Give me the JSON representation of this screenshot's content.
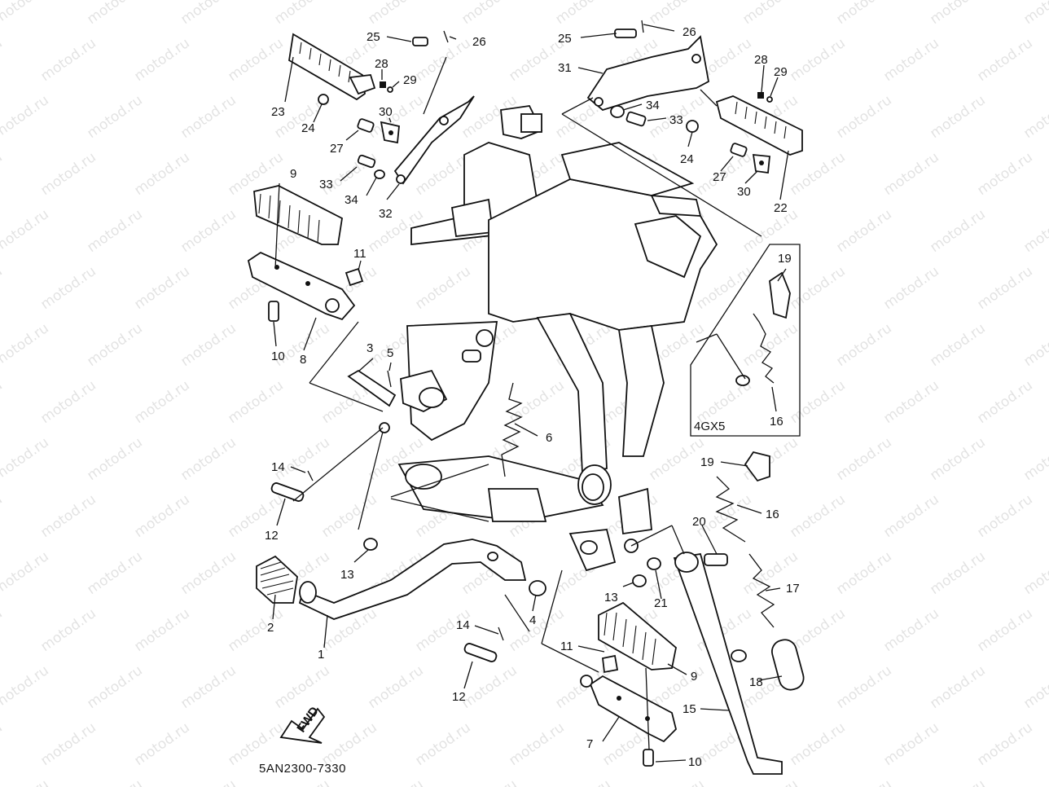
{
  "diagram": {
    "part_code": "5AN2300-7330",
    "direction_arrow": "FWD",
    "variant_box_label": "4GX5",
    "watermark": "motod.ru",
    "callouts": [
      {
        "id": "c25a",
        "text": "25"
      },
      {
        "id": "c26a",
        "text": "26"
      },
      {
        "id": "c28a",
        "text": "28"
      },
      {
        "id": "c29a",
        "text": "29"
      },
      {
        "id": "c23",
        "text": "23"
      },
      {
        "id": "c24a",
        "text": "24"
      },
      {
        "id": "c30a",
        "text": "30"
      },
      {
        "id": "c27a",
        "text": "27"
      },
      {
        "id": "c33a",
        "text": "33"
      },
      {
        "id": "c34a",
        "text": "34"
      },
      {
        "id": "c32",
        "text": "32"
      },
      {
        "id": "c9a",
        "text": "9"
      },
      {
        "id": "c11a",
        "text": "11"
      },
      {
        "id": "c10a",
        "text": "10"
      },
      {
        "id": "c8",
        "text": "8"
      },
      {
        "id": "c3",
        "text": "3"
      },
      {
        "id": "c5",
        "text": "5"
      },
      {
        "id": "c6",
        "text": "6"
      },
      {
        "id": "c14a",
        "text": "14"
      },
      {
        "id": "c12a",
        "text": "12"
      },
      {
        "id": "c13a",
        "text": "13"
      },
      {
        "id": "c2",
        "text": "2"
      },
      {
        "id": "c1",
        "text": "1"
      },
      {
        "id": "c4",
        "text": "4"
      },
      {
        "id": "c14b",
        "text": "14"
      },
      {
        "id": "c12b",
        "text": "12"
      },
      {
        "id": "c25b",
        "text": "25"
      },
      {
        "id": "c26b",
        "text": "26"
      },
      {
        "id": "c31",
        "text": "31"
      },
      {
        "id": "c34b",
        "text": "34"
      },
      {
        "id": "c33b",
        "text": "33"
      },
      {
        "id": "c28b",
        "text": "28"
      },
      {
        "id": "c29b",
        "text": "29"
      },
      {
        "id": "c24b",
        "text": "24"
      },
      {
        "id": "c27b",
        "text": "27"
      },
      {
        "id": "c30b",
        "text": "30"
      },
      {
        "id": "c22",
        "text": "22"
      },
      {
        "id": "c19a",
        "text": "19"
      },
      {
        "id": "c16a",
        "text": "16"
      },
      {
        "id": "c19b",
        "text": "19"
      },
      {
        "id": "c16b",
        "text": "16"
      },
      {
        "id": "c20",
        "text": "20"
      },
      {
        "id": "c17",
        "text": "17"
      },
      {
        "id": "c13b",
        "text": "13"
      },
      {
        "id": "c21",
        "text": "21"
      },
      {
        "id": "c11b",
        "text": "11"
      },
      {
        "id": "c9b",
        "text": "9"
      },
      {
        "id": "c15",
        "text": "15"
      },
      {
        "id": "c18",
        "text": "18"
      },
      {
        "id": "c7",
        "text": "7"
      },
      {
        "id": "c10b",
        "text": "10"
      }
    ]
  }
}
